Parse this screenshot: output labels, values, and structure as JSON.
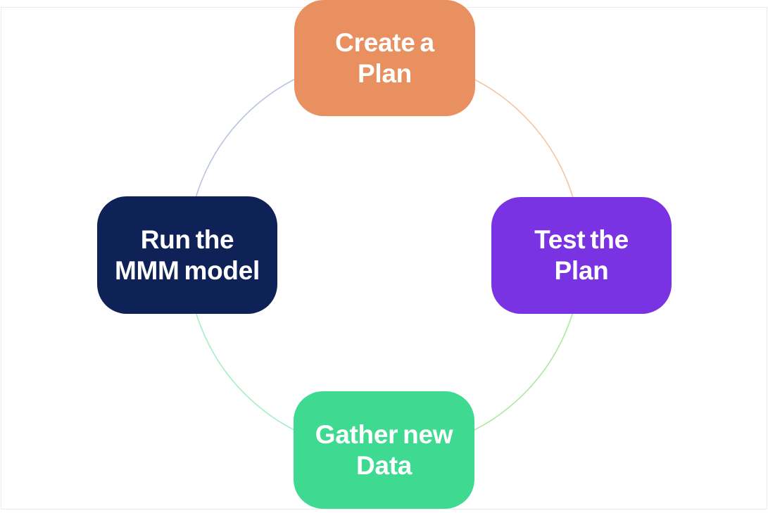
{
  "diagram": {
    "type": "cycle",
    "background_color": "#FFFFFF",
    "frame_border_color": "#E9ECEE",
    "nodes": [
      {
        "id": "create-a-plan",
        "position": "top",
        "label": "Create a\nPlan",
        "fill_color": "#E8905F",
        "text_color": "#FFFFFF"
      },
      {
        "id": "test-the-plan",
        "position": "right",
        "label": "Test the\nPlan",
        "fill_color": "#7A33E3",
        "text_color": "#FFFFFF"
      },
      {
        "id": "gather-new-data",
        "position": "bottom",
        "label": "Gather new\nData",
        "fill_color": "#3EDA91",
        "text_color": "#FFFFFF"
      },
      {
        "id": "run-the-mmm-model",
        "position": "left",
        "label": "Run the\nMMM model",
        "fill_color": "#0F2257",
        "text_color": "#FFFFFF"
      }
    ],
    "arcs": [
      {
        "from": "run-the-mmm-model",
        "to": "create-a-plan",
        "color": "#B9C2E2"
      },
      {
        "from": "create-a-plan",
        "to": "test-the-plan",
        "color": "#F3C5A4"
      },
      {
        "from": "test-the-plan",
        "to": "gather-new-data",
        "color": "#ABE8A1"
      },
      {
        "from": "gather-new-data",
        "to": "run-the-mmm-model",
        "color": "#A5EEC6"
      }
    ]
  }
}
